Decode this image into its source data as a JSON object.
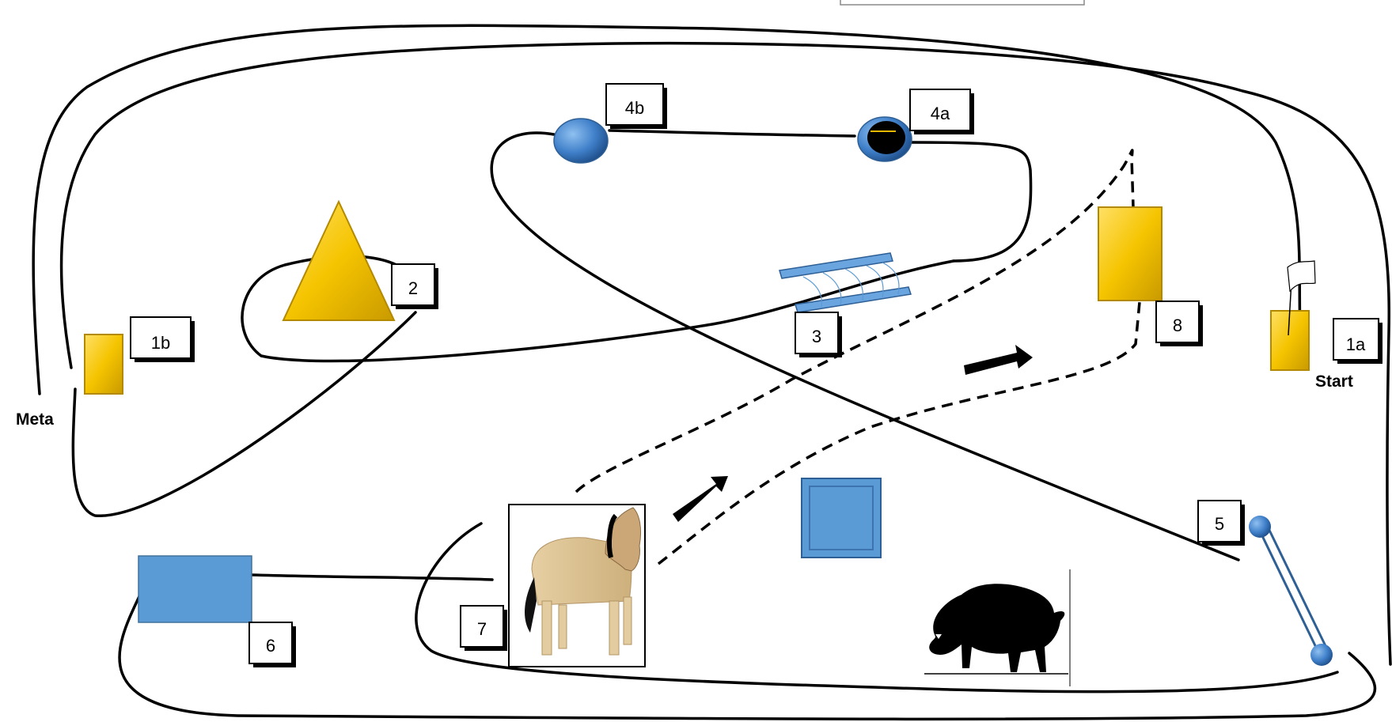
{
  "course": {
    "start_label": "Start",
    "finish_label": "Meta",
    "stations": {
      "s1a": "1a",
      "s1b": "1b",
      "s2": "2",
      "s3": "3",
      "s4a": "4a",
      "s4b": "4b",
      "s5": "5",
      "s6": "6",
      "s7": "7",
      "s8": "8"
    }
  },
  "colors": {
    "gold": "#f5c400",
    "gold_dark": "#c99a00",
    "blue": "#5b9bd5",
    "blue_dark": "#2e5f95",
    "path": "#000000"
  },
  "icons": [
    "flag-icon",
    "horse-icon",
    "boar-icon",
    "arrow-icon"
  ]
}
